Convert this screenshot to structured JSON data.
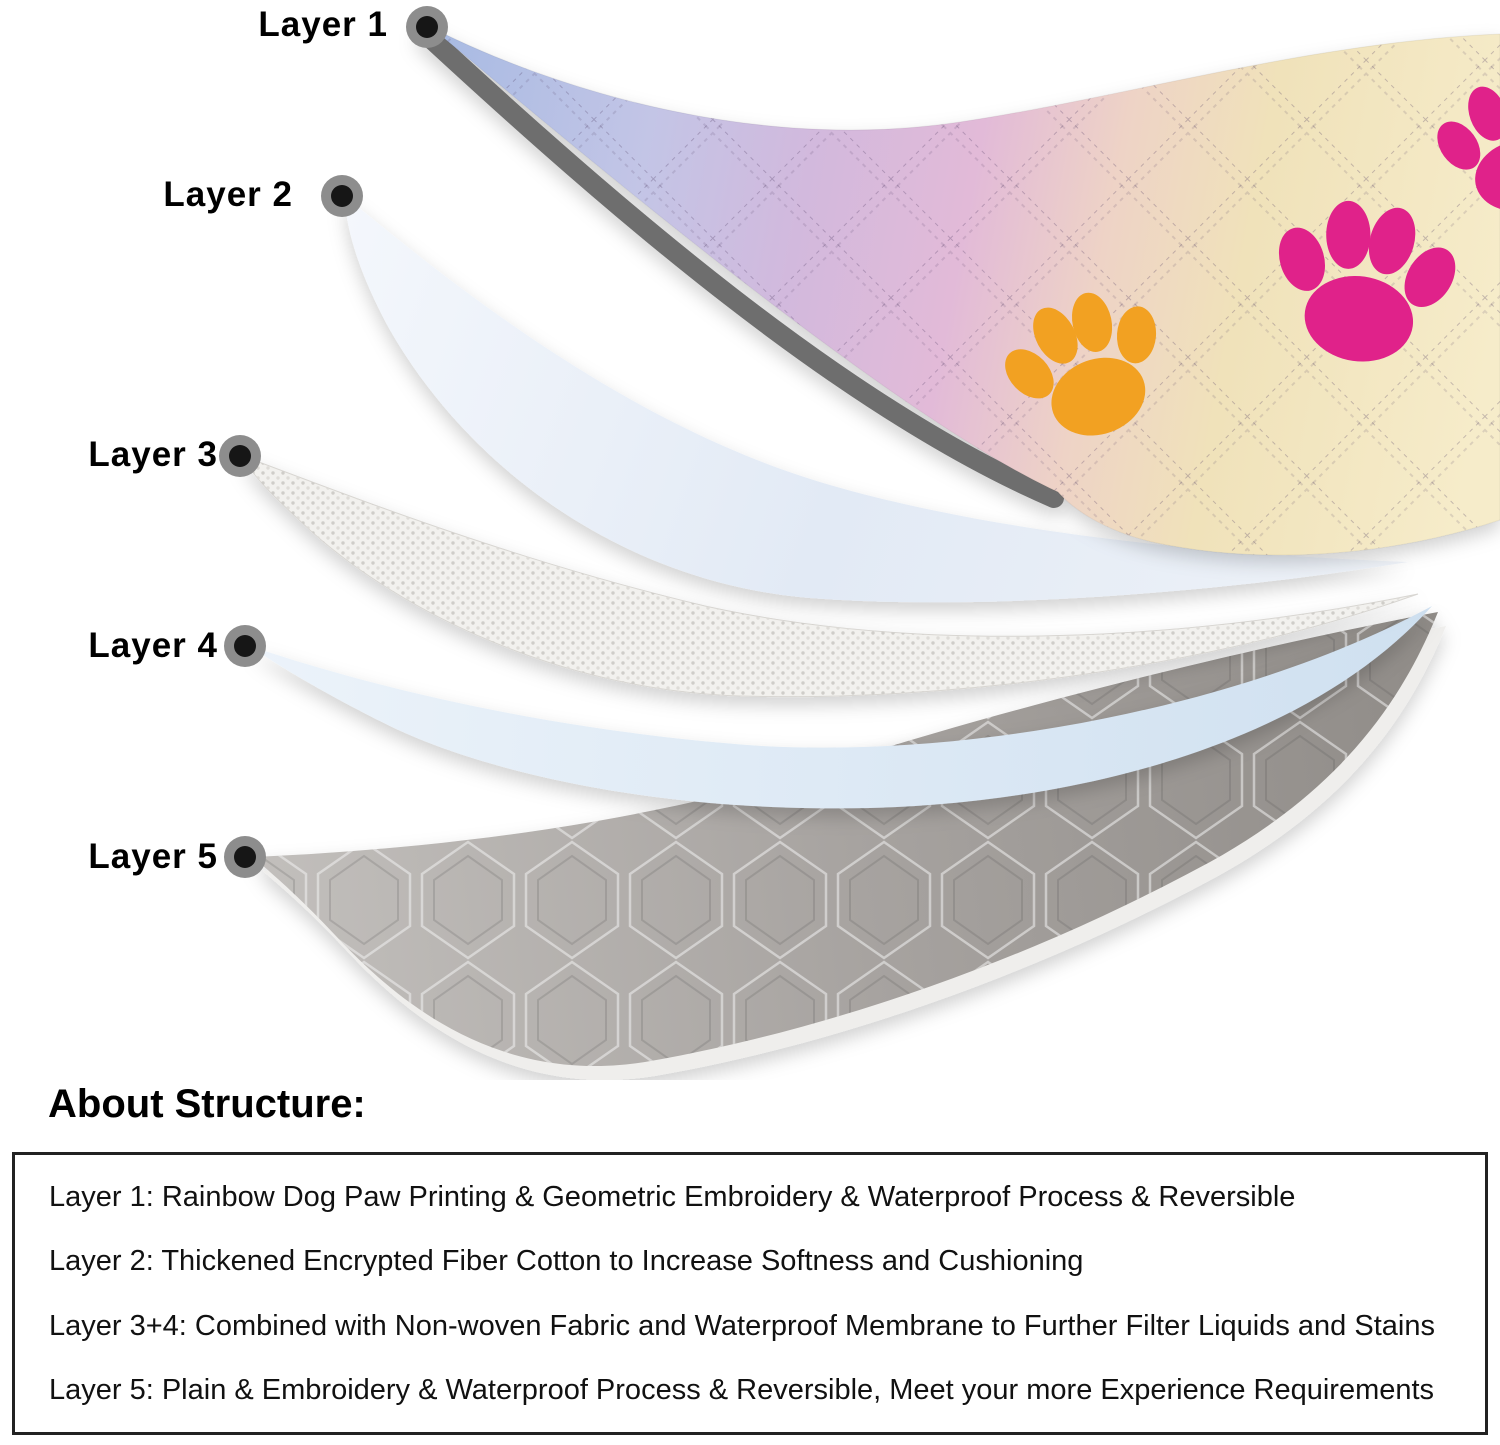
{
  "page": {
    "heading": "About Structure:"
  },
  "layers": [
    {
      "label": "Layer 1"
    },
    {
      "label": "Layer 2"
    },
    {
      "label": "Layer 3"
    },
    {
      "label": "Layer 4"
    },
    {
      "label": "Layer 5"
    }
  ],
  "structure_notes": [
    "Layer 1: Rainbow Dog Paw Printing & Geometric Embroidery & Waterproof Process & Reversible",
    "Layer 2: Thickened Encrypted Fiber Cotton to Increase Softness and Cushioning",
    "Layer 3+4: Combined with Non-woven Fabric and Waterproof Membrane to Further Filter Liquids and Stains",
    "Layer 5: Plain & Embroidery & Waterproof Process & Reversible, Meet your more Experience Requirements"
  ],
  "colors": {
    "paw_orange": "#f2a122",
    "paw_magenta": "#e0218a",
    "edge_gray": "#6e6e6e",
    "layer5_gray": "#a39f9c"
  }
}
